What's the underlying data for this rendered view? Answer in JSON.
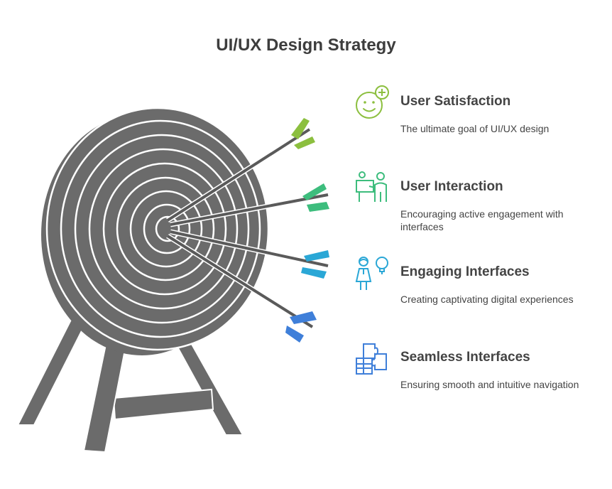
{
  "title": "UI/UX Design Strategy",
  "colors": {
    "board": "#6b6b6b",
    "board_lines": "#ffffff",
    "stand": "#6b6b6b",
    "arrow_shaft": "#5a5a5a"
  },
  "items": [
    {
      "heading": "User Satisfaction",
      "description": "The ultimate goal of UI/UX design",
      "icon": "smiley-plus-icon",
      "color": "#8cbf3f"
    },
    {
      "heading": "User Interaction",
      "description": "Encouraging active engagement with interfaces",
      "icon": "presenter-icon",
      "color": "#3dbd7d"
    },
    {
      "heading": "Engaging Interfaces",
      "description": "Creating captivating digital experiences",
      "icon": "person-idea-icon",
      "color": "#2aa7d6"
    },
    {
      "heading": "Seamless Interfaces",
      "description": "Ensuring smooth and intuitive navigation",
      "icon": "puzzle-icon",
      "color": "#3f7fd9"
    }
  ]
}
